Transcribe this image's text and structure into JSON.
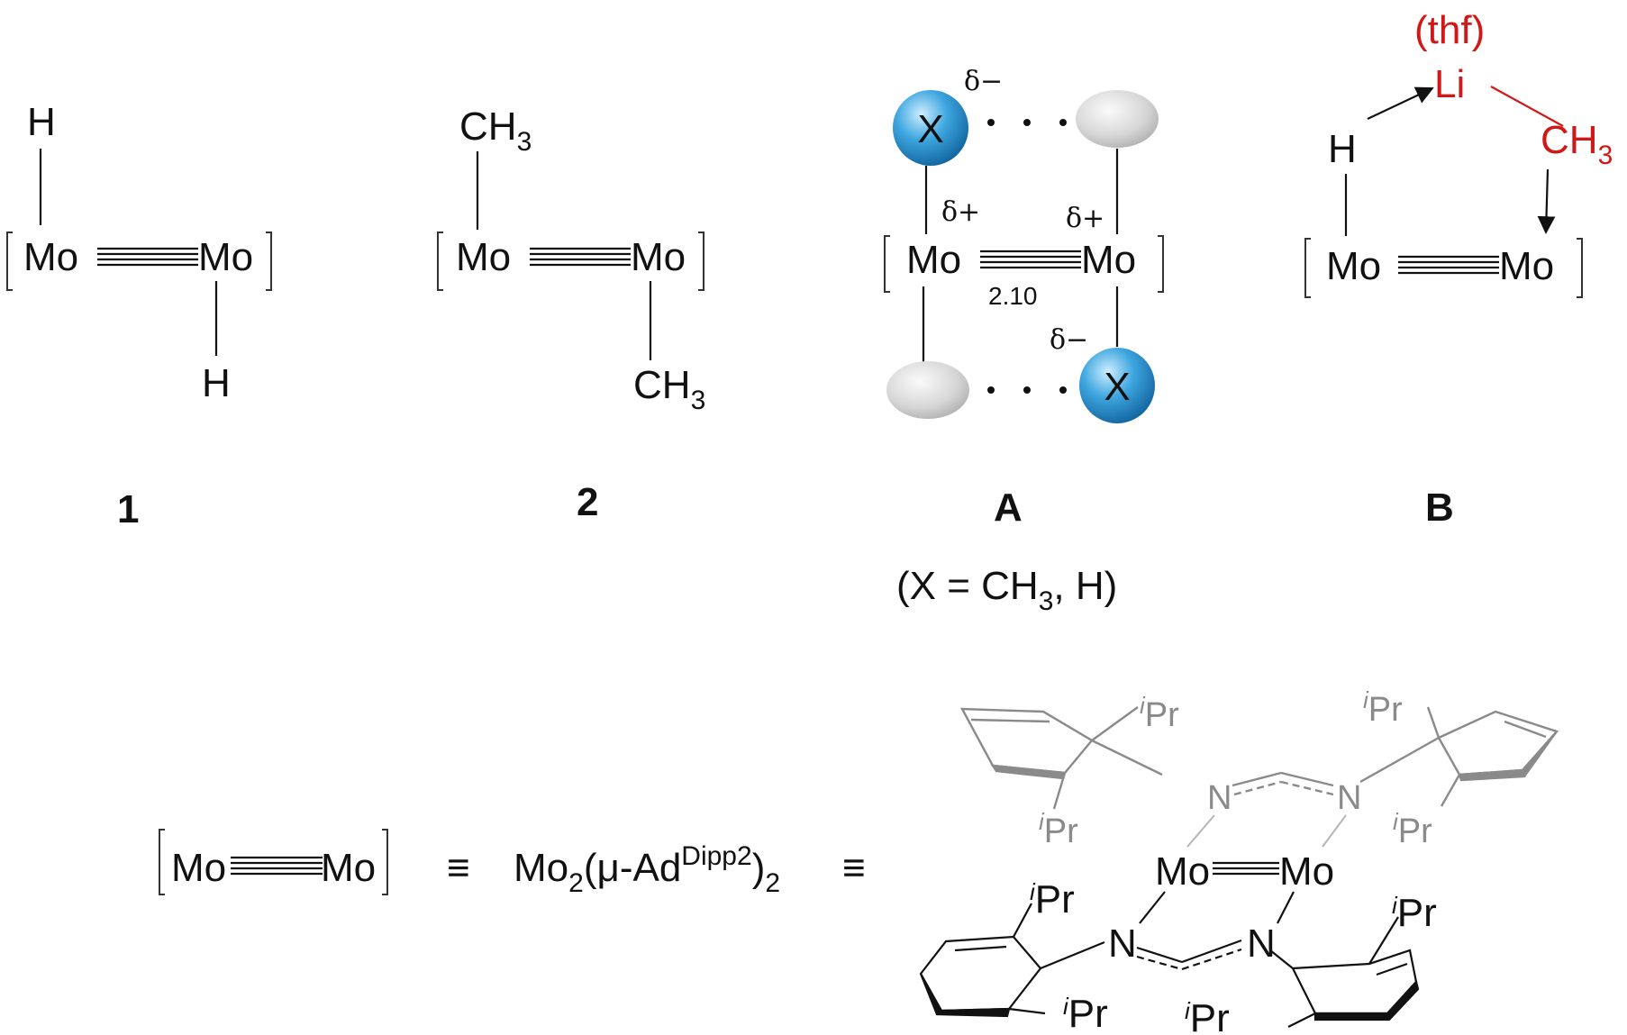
{
  "compounds": [
    {
      "id": "1",
      "label": "1",
      "metal_left": "Mo",
      "metal_right": "Mo",
      "ligand_top": "H",
      "ligand_bottom": "H"
    },
    {
      "id": "2",
      "label": "2",
      "metal_left": "Mo",
      "metal_right": "Mo",
      "ligand_top": "CH",
      "ligand_top_sub": "3",
      "ligand_bottom": "CH",
      "ligand_bottom_sub": "3"
    },
    {
      "id": "A",
      "label": "A",
      "metal_left": "Mo",
      "metal_right": "Mo",
      "sphere_label": "X",
      "delta_minus": "δ−",
      "delta_plus": "δ+",
      "bond_length": "2.10",
      "note": {
        "pre": "(X = CH",
        "sub": "3",
        "post": ", H)"
      }
    },
    {
      "id": "B",
      "label": "B",
      "metal_left": "Mo",
      "metal_right": "Mo",
      "hydride": "H",
      "lithium": "Li",
      "solvent": "(thf)",
      "methyl": "CH",
      "methyl_sub": "3"
    }
  ],
  "legend": {
    "metal_left": "Mo",
    "metal_right": "Mo",
    "equiv": "≡",
    "formula": {
      "base": "Mo",
      "sub1": "2",
      "mid": "(μ-Ad",
      "sup": "Dipp2",
      "close": ")",
      "sub2": "2"
    },
    "structure": {
      "metal": "Mo",
      "nitrogen": "N",
      "substituent_prefix": "i",
      "substituent": "Pr"
    }
  },
  "colors": {
    "text": "#111111",
    "red": "#d01818",
    "gray": "#8a8a8a",
    "sphere_blue": "#2f8fcf",
    "sphere_gray": "#cfcfcf"
  },
  "icons": [
    "sphere-x-icon",
    "sphere-gray-icon",
    "arrow-icon"
  ]
}
